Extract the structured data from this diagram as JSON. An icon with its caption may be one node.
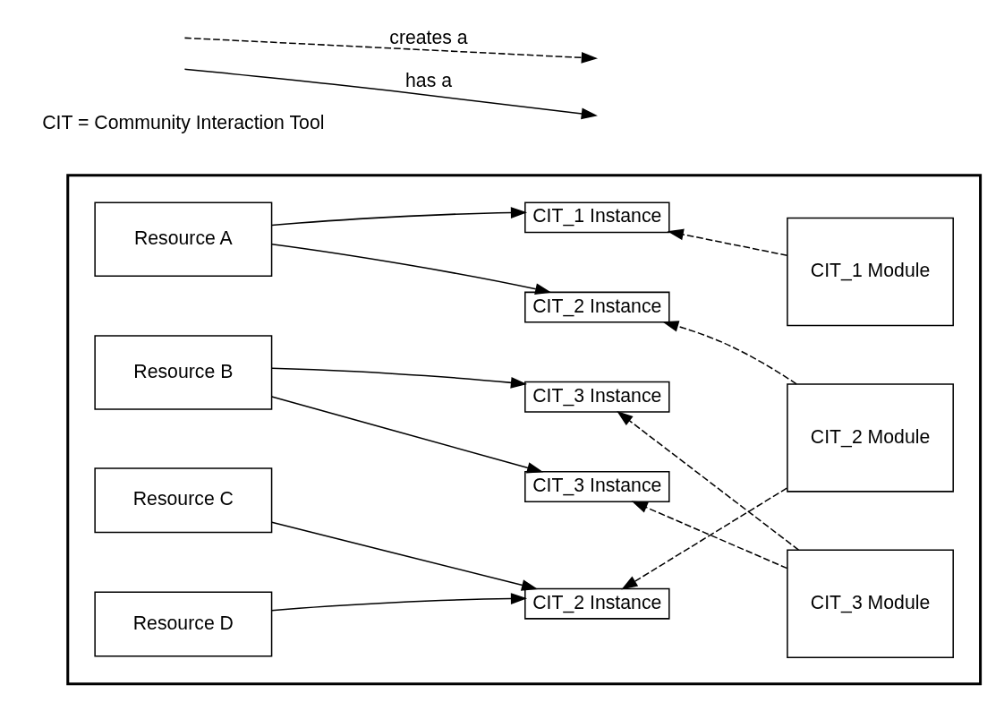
{
  "diagram": {
    "nodes": [
      {
        "text": [],
        "shape": "box"
      },
      {
        "text": [
          "Resource A"
        ],
        "in": 0
      },
      {
        "text": [
          "CIT_1 Instance"
        ],
        "in": 0
      },
      {
        "text": [
          "CIT_2 Instance"
        ],
        "in": 0
      },
      {
        "text": [
          "CIT_1 Module"
        ],
        "in": 0
      },
      {
        "text": [
          "Resource B"
        ],
        "in": 0
      },
      {
        "text": [
          "CIT_3 Instance"
        ],
        "in": 0
      },
      {
        "text": [
          "CIT_3 Instance"
        ],
        "in": 0
      },
      {
        "text": [
          "CIT_2 Module"
        ],
        "in": 0
      },
      {
        "text": [
          "Resource C"
        ],
        "in": 0
      },
      {
        "text": [
          "Resource D"
        ],
        "in": 0
      },
      {
        "text": [
          "CIT_2 Instance"
        ],
        "in": 0
      },
      {
        "text": [
          "CIT_3 Module"
        ],
        "in": 0
      }
    ],
    "edges": [
      {
        "from": 1,
        "to": 2,
        "arrow": "to"
      },
      {
        "from": 1,
        "to": 3,
        "arrow": "to"
      },
      {
        "from": 4,
        "to": 2,
        "arrow": "to",
        "style": "dashed"
      },
      {
        "from": 8,
        "to": 3,
        "arrow": "to",
        "style": "dashed"
      },
      {
        "from": 5,
        "to": 6,
        "arrow": "to"
      },
      {
        "from": 5,
        "to": 7,
        "arrow": "to"
      },
      {
        "from": 12,
        "to": 6,
        "arrow": "to",
        "style": "dashed"
      },
      {
        "from": 12,
        "to": 7,
        "arrow": "to",
        "style": "dashed"
      },
      {
        "from": 8,
        "to": 11,
        "arrow": "to",
        "style": "dashed"
      },
      {
        "from": 9,
        "to": 11,
        "arrow": "to"
      },
      {
        "from": 10,
        "to": 11,
        "arrow": "to"
      }
    ],
    "labels": [
      "CIT = Community Interaction Tool"
    ],
    "legend": [
      {
        "text": "creates a"
      },
      {
        "text": "has a"
      }
    ]
  }
}
